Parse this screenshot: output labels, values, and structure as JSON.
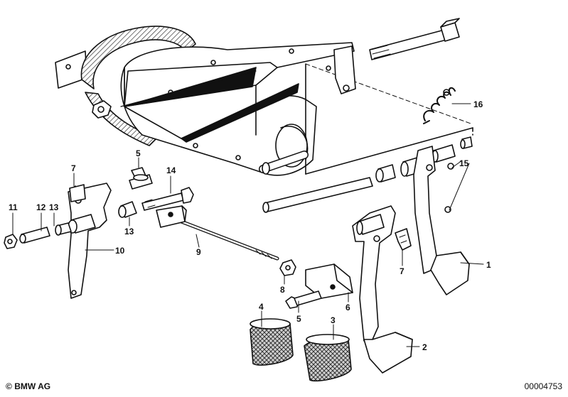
{
  "parts": {
    "p1": "1",
    "p2": "2",
    "p3": "3",
    "p4": "4",
    "p5a": "5",
    "p5b": "5",
    "p6": "6",
    "p7a": "7",
    "p7b": "7",
    "p8": "8",
    "p9": "9",
    "p10": "10",
    "p11": "11",
    "p12": "12",
    "p13a": "13",
    "p13b": "13",
    "p14": "14",
    "p15": "15",
    "p16": "16"
  },
  "footer": {
    "copyright_symbol": "©",
    "copyright": "BMW AG",
    "reference": "00004753"
  },
  "colors": {
    "ink": "#111111",
    "paper": "#ffffff",
    "hatch": "#777777"
  }
}
